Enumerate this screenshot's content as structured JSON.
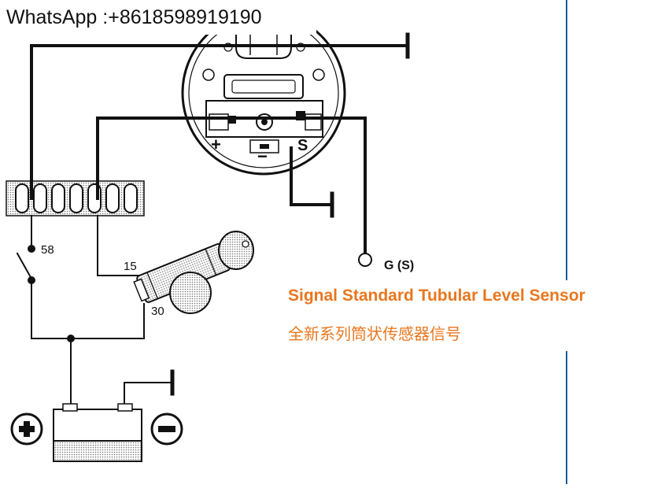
{
  "watermark": "WhatsApp :+8618598919190",
  "caption": {
    "title": "Signal Standard Tubular Level Sensor",
    "subtitle": "全新系列筒状传感器信号"
  },
  "labels": {
    "plus": "+",
    "minus": "−",
    "s": "S",
    "g_s": "G (S)",
    "t58": "58",
    "t15": "15",
    "t30": "30"
  },
  "colors": {
    "accent": "#e8771f",
    "line": "#111111",
    "border_blue": "#1a5a96"
  }
}
